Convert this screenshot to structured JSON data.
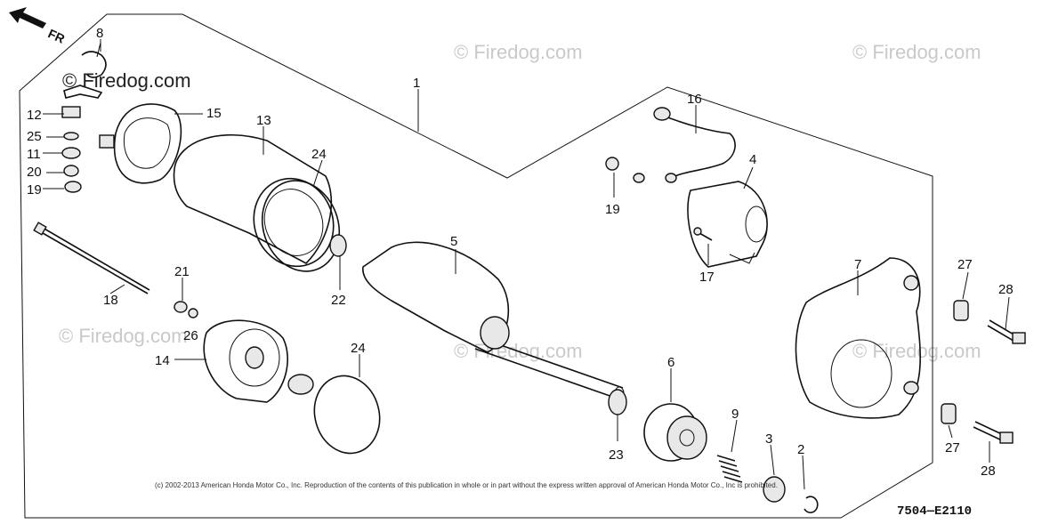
{
  "watermarks": [
    "© Firedog.com",
    "© Firedog.com",
    "© Firedog.com",
    "© Firedog.com",
    "© Firedog.com",
    "© Firedog.com"
  ],
  "front_marker": "FR",
  "copyright": "(c) 2002-2013 American Honda Motor Co., Inc. Reproduction of the contents of this publication in whole or in part without the express written approval of American Honda Motor Co., Inc is prohibited.",
  "diagram_code": "7504—E2110",
  "callouts": {
    "c1": "1",
    "c2": "2",
    "c3": "3",
    "c4": "4",
    "c5": "5",
    "c6": "6",
    "c7": "7",
    "c8": "8",
    "c9": "9",
    "c11": "11",
    "c12": "12",
    "c13": "13",
    "c14": "14",
    "c15": "15",
    "c16": "16",
    "c17": "17",
    "c18": "18",
    "c19a": "19",
    "c19b": "19",
    "c20": "20",
    "c21": "21",
    "c22": "22",
    "c23": "23",
    "c24a": "24",
    "c24b": "24",
    "c25": "25",
    "c26": "26",
    "c27a": "27",
    "c27b": "27",
    "c28a": "28",
    "c28b": "28"
  }
}
